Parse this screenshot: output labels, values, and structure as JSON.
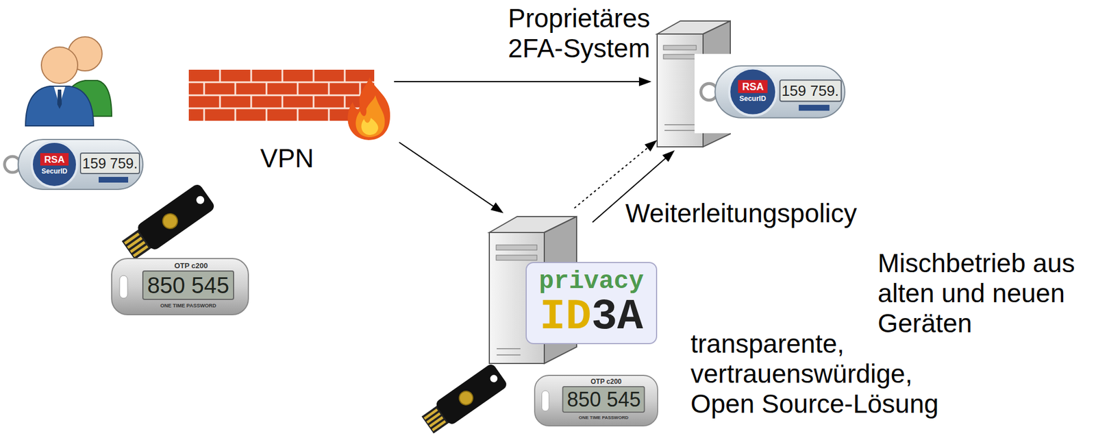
{
  "diagram": {
    "nodes": [
      {
        "text": [
          "Proprietäres 2FA-System"
        ]
      },
      {
        "text": [
          "VPN"
        ]
      },
      {
        "text": [
          "privacy",
          "ID3A"
        ]
      }
    ],
    "edges": [
      {
        "from": 1,
        "to": 0,
        "arrow": "to"
      },
      {
        "from": 1,
        "to": 2,
        "arrow": "to"
      },
      {
        "from": 2,
        "to": 0,
        "arrow": "to"
      },
      {
        "from": 2,
        "to": 0,
        "label": "Weiterleitungspolicy",
        "arrow": "to"
      }
    ],
    "labels": [
      "Mischbetrieb aus alten und neuen Geräten",
      "transparente, vertrauenswürdige, Open Source-Lösung",
      "RSA",
      "SecurID",
      "159 759.",
      "RSA",
      "SecurID",
      "159 759.",
      "OTP c200",
      "850 545",
      "ONE TIME PASSWORD",
      "OTP c200",
      "850 545",
      "ONE TIME PASSWORD"
    ]
  }
}
